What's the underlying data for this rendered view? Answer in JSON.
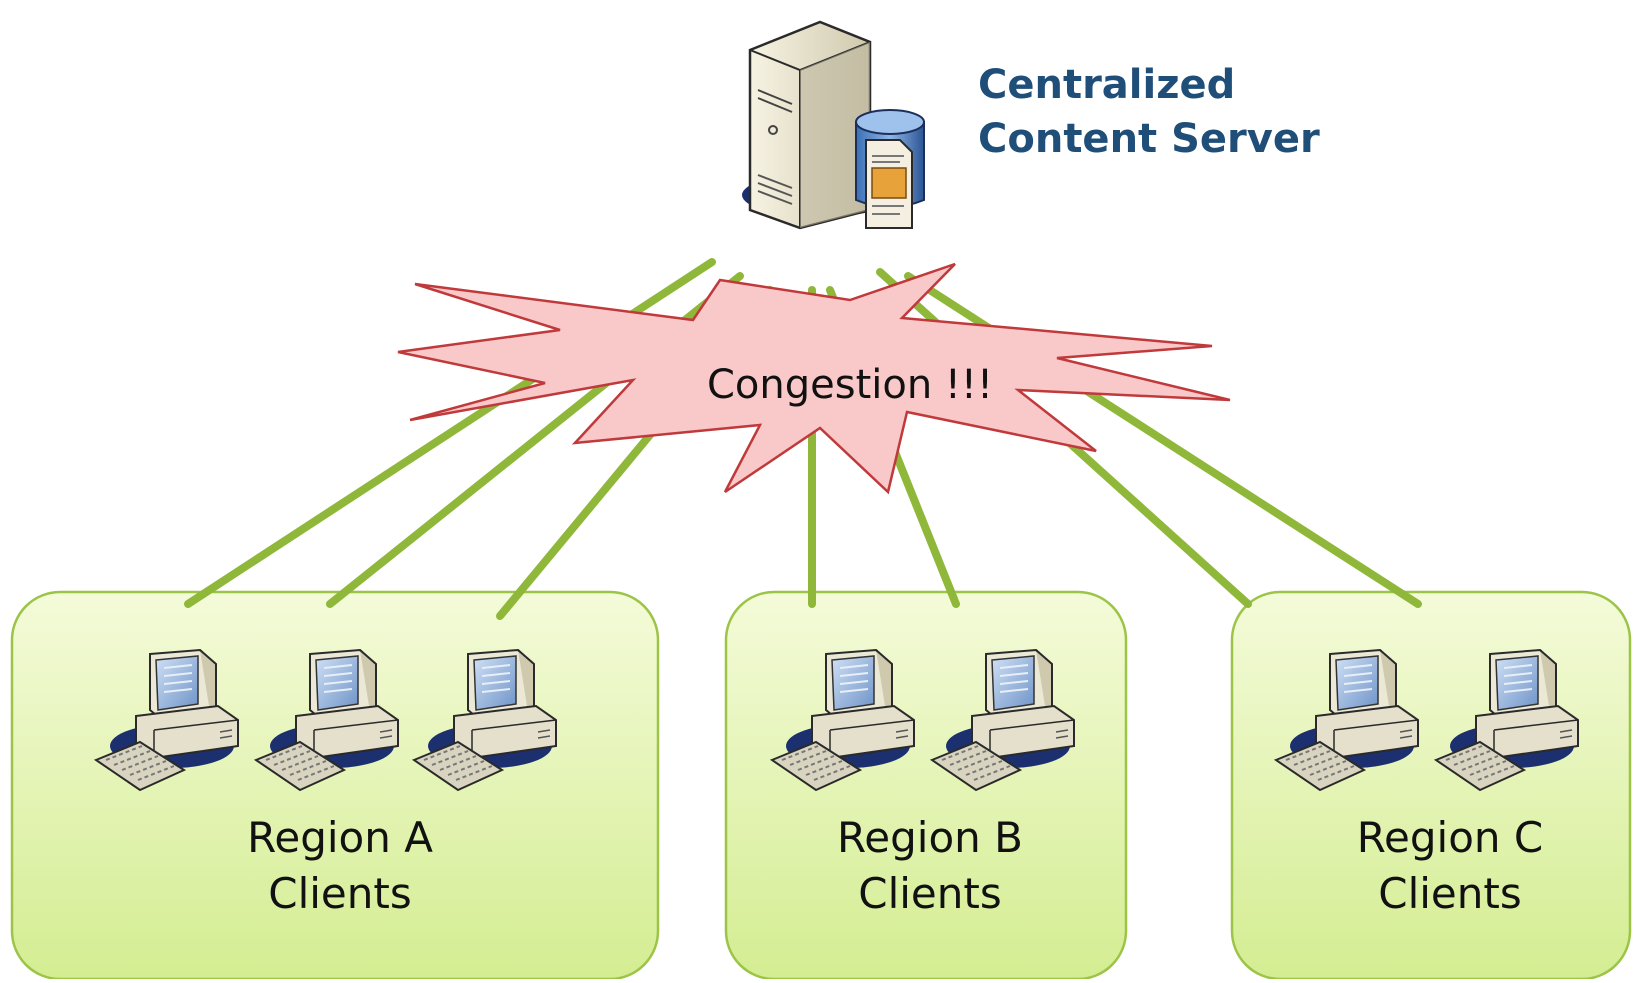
{
  "server": {
    "icon": "content-server-icon",
    "label_line1": "Centralized",
    "label_line2": "Content Server"
  },
  "congestion": {
    "label": "Congestion !!!",
    "fill": "#f8c8c8",
    "stroke": "#c0393b"
  },
  "regions": [
    {
      "line1": "Region A",
      "line2": "Clients",
      "client_count": 3
    },
    {
      "line1": "Region B",
      "line2": "Clients",
      "client_count": 2
    },
    {
      "line1": "Region C",
      "line2": "Clients",
      "client_count": 2
    }
  ],
  "colors": {
    "link": "#8fb83a",
    "region_fill_top": "#f4fbd9",
    "region_fill_bottom": "#d6ee95",
    "region_stroke": "#9cc447",
    "label_blue": "#1f4e79"
  }
}
